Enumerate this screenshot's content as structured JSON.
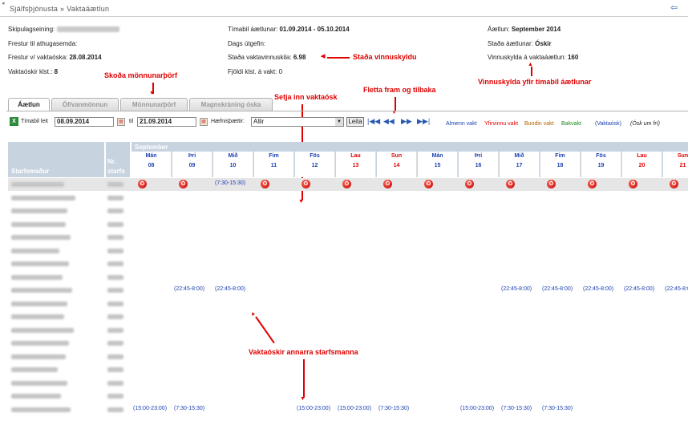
{
  "header": {
    "breadcrumb": "Sjálfsþjónusta » Vaktaáætlun"
  },
  "info": {
    "unit_label": "Skipulagseining:",
    "comment_deadline_label": "Frestur til athugasemda:",
    "request_deadline_label": "Frestur v/ vaktaóska:",
    "request_deadline_value": "28.08.2014",
    "request_hours_label": "Vaktaóskir klst.:",
    "request_hours_value": "8",
    "period_label": "Tímabil áætlunar:",
    "period_value": "01.09.2014 - 05.10.2014",
    "publish_date_label": "Dags útgefin:",
    "workload_status_label": "Staða vaktavinnuskila:",
    "workload_status_value": "6.98",
    "hours_on_shift_label": "Fjöldi klst. á vakt:",
    "hours_on_shift_value": "0",
    "plan_label": "Áætlun:",
    "plan_value": "September 2014",
    "plan_status_label": "Staða áætlunar:",
    "plan_status_value": "Óskir",
    "duty_label": "Vinnuskylda á vaktaáætlun:",
    "duty_value": "160"
  },
  "annotations": {
    "workload": "Staða vinnuskyldu",
    "staffing": "Skoða mönnunarþörf",
    "duty_period": "Vinnuskylda yfir tímabil áætlunar",
    "insert_request": "Setja inn vaktaósk",
    "navigate": "Fletta fram og tilbaka",
    "others_requests": "Vaktaóskir annarra starfsmanna"
  },
  "tabs": [
    {
      "label": "Áætlun",
      "active": true
    },
    {
      "label": "Óf/vanmönnun",
      "active": false
    },
    {
      "label": "Mönnunarþörf",
      "active": false
    },
    {
      "label": "Magnskráning óska",
      "active": false
    }
  ],
  "toolbar": {
    "period_search_label": "Tímabil leit",
    "from_value": "08.09.2014",
    "to_label": "til",
    "to_value": "21.09.2014",
    "qualification_label": "Hæfnisþættir:",
    "qualification_value": "Allir",
    "search_button": "Leita"
  },
  "legend": {
    "general": "Almenn vakt",
    "overtime": "Yfirvinnu vakt",
    "oncall": "Bundin vakt",
    "backup": "Bakvakt",
    "request": "(Vaktaósk)",
    "day_off": "(Ósk um frí)"
  },
  "legend_colors": {
    "general": "#1a3fb0",
    "overtime": "#e00000",
    "oncall": "#b06000",
    "backup": "#1a8a1a",
    "request": "#1a3fb0",
    "day_off": "#222"
  },
  "grid": {
    "month": "September",
    "employee_header": "Starfsmaður",
    "number_header_1": "Nr.",
    "number_header_2": "starfs",
    "days": [
      {
        "name": "Mán",
        "num": "08",
        "weekend": false
      },
      {
        "name": "Þri",
        "num": "09",
        "weekend": false
      },
      {
        "name": "Mið",
        "num": "10",
        "weekend": false
      },
      {
        "name": "Fim",
        "num": "11",
        "weekend": false
      },
      {
        "name": "Fös",
        "num": "12",
        "weekend": false
      },
      {
        "name": "Lau",
        "num": "13",
        "weekend": true
      },
      {
        "name": "Sun",
        "num": "14",
        "weekend": true
      },
      {
        "name": "Mán",
        "num": "15",
        "weekend": false
      },
      {
        "name": "Þri",
        "num": "16",
        "weekend": false
      },
      {
        "name": "Mið",
        "num": "17",
        "weekend": false
      },
      {
        "name": "Fim",
        "num": "18",
        "weekend": false
      },
      {
        "name": "Fös",
        "num": "19",
        "weekend": false
      },
      {
        "name": "Lau",
        "num": "20",
        "weekend": true
      },
      {
        "name": "Sun",
        "num": "21",
        "weekend": true
      }
    ],
    "own_row_shift": "(7:30-15:30)",
    "night_shift": "(22:45-8:00)",
    "evening_shift": "(15:00-23:00)",
    "day_shift": "(7:30-15:30)",
    "no_icon_glyph": "Ó"
  }
}
